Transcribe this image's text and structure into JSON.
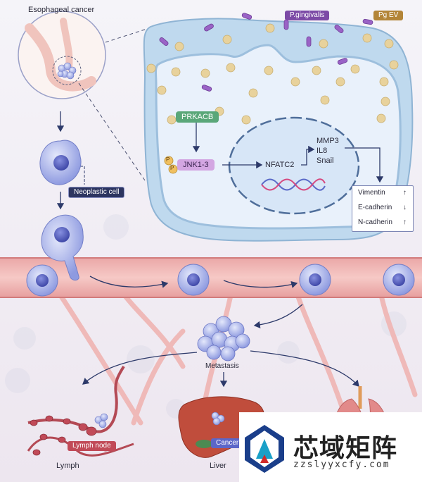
{
  "labels": {
    "esophageal_cancer": "Esophageal cancer",
    "neoplastic_cell": "Neoplastic cell",
    "p_gingivalis": "P.gingivalis",
    "pg_ev": "Pg EV",
    "prkacb": "PRKACB",
    "jnk": "JNK1-3",
    "phospho": "P",
    "nfatc2": "NFATC2",
    "mmp3": "MMP3",
    "il8": "IL8",
    "snail": "Snail",
    "metastasis": "Metastasis",
    "lymph_node": "Lymph node",
    "cancer": "Cancer",
    "lymph": "Lymph",
    "liver": "Liver"
  },
  "emt_markers": [
    {
      "name": "Vimentin",
      "arrow": "↑"
    },
    {
      "name": "E-cadherin",
      "arrow": "↓"
    },
    {
      "name": "N-cadherin",
      "arrow": "↑"
    }
  ],
  "watermark": {
    "title": "芯域矩阵",
    "url": "zzslyyxcfy.com"
  },
  "colors": {
    "vessel": "#e59a9a",
    "cell": "#b7c0ec",
    "nucleus": "#5c66c8",
    "bacteria": "#8a55b8",
    "ev": "#e3c891",
    "prkacb": "#5aa779",
    "jnk": "#c99ad8",
    "lymph_node": "#c14a58"
  }
}
